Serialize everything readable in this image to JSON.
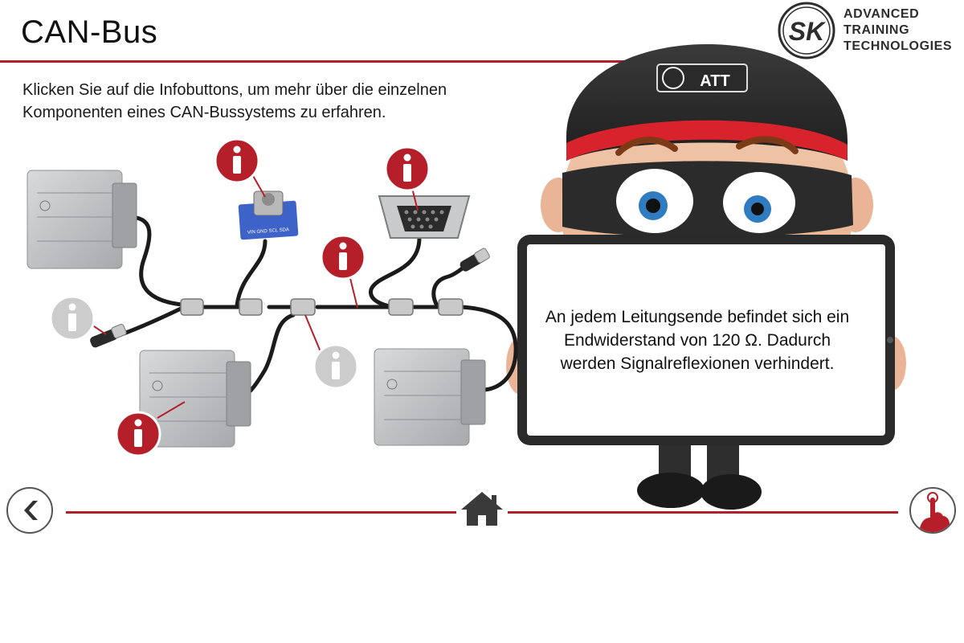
{
  "header": {
    "title": "CAN-Bus",
    "logo_line1": "ADVANCED",
    "logo_line2": "TRAINING",
    "logo_line3": "TECHNOLOGIES",
    "logo_mark": "SK",
    "cap_badge": "ATT"
  },
  "intro": {
    "line1": "Klicken Sie auf die Infobuttons, um mehr über die einzelnen",
    "line2": "Komponenten eines CAN-Bussystems zu erfahren."
  },
  "tablet": {
    "line1": "An jedem Leitungsende befindet sich ein",
    "line2": "Endwiderstand von 120 Ω. Dadurch",
    "line3": "werden Signalreflexionen verhindert."
  },
  "sensor_label": "VIN GND SCL SDA",
  "info_buttons": [
    {
      "id": "sensor",
      "state": "active"
    },
    {
      "id": "connector",
      "state": "active"
    },
    {
      "id": "bus-line",
      "state": "active"
    },
    {
      "id": "terminator",
      "state": "visited"
    },
    {
      "id": "splice",
      "state": "visited"
    },
    {
      "id": "ecu",
      "state": "active"
    }
  ],
  "colors": {
    "accent": "#b51f2a",
    "info_active": "#b51f2a",
    "info_visited": "#cccccc",
    "text": "#111111"
  },
  "icons": {
    "back": "chevron-left-icon",
    "home": "home-icon",
    "next": "pointer-hand-icon",
    "info": "info-icon"
  }
}
